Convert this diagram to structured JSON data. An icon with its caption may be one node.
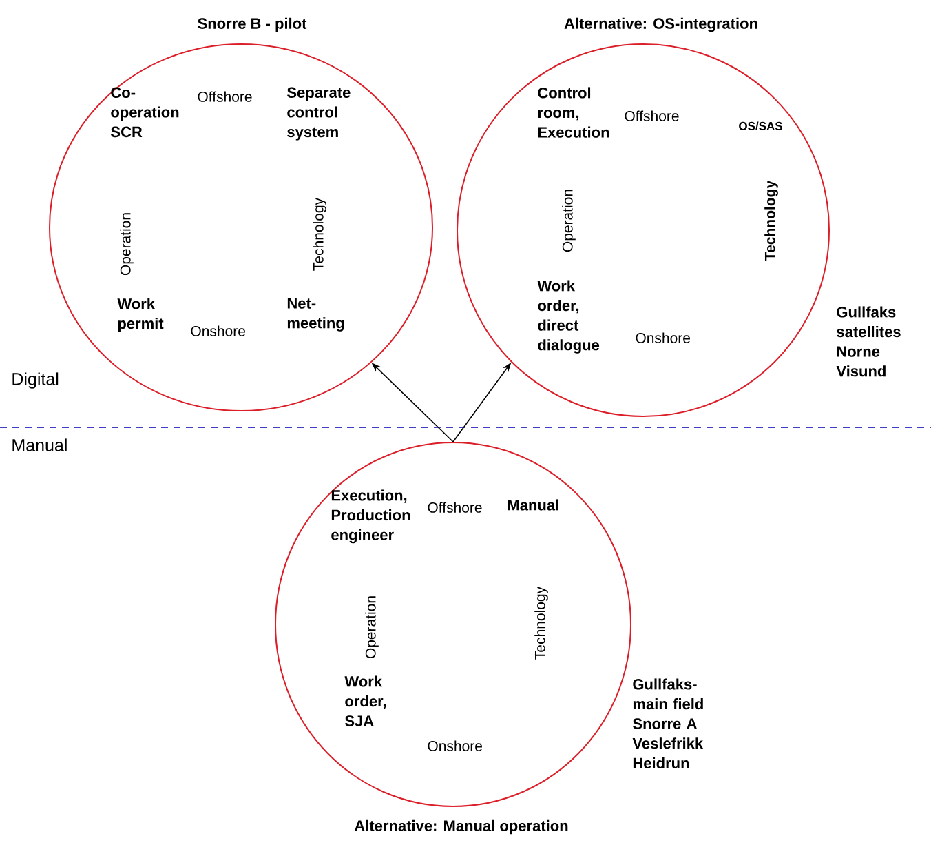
{
  "diagram": {
    "nodes": [
      {
        "text": [
          "Snorre B - pilot",
          "Co-operation SCR",
          "Offshore",
          "Separate control system",
          "Operation",
          "Technology",
          "Work permit",
          "Onshore",
          "Net-meeting"
        ]
      },
      {
        "text": [
          "Alternative: OS-integration",
          "Control room, Execution",
          "Offshore",
          "OS/SAS",
          "Operation",
          "Technology",
          "Work order, direct dialogue",
          "Onshore"
        ],
        "beside": [
          "Gullfaks satellites Norne Visund"
        ]
      },
      {
        "text": [
          "Execution, Production engineer",
          "Offshore",
          "Manual",
          "Operation",
          "Technology",
          "Work order, SJA",
          "Onshore",
          "Alternative: Manual operation"
        ],
        "beside": [
          "Gullfaks-main field Snorre A Veslefrikk Heidrun"
        ]
      }
    ],
    "edges": [
      {
        "from": 2,
        "to": 0,
        "arrow": "to"
      },
      {
        "from": 2,
        "to": 1,
        "arrow": "to"
      }
    ],
    "labels": [
      "Digital",
      "Manual"
    ]
  }
}
